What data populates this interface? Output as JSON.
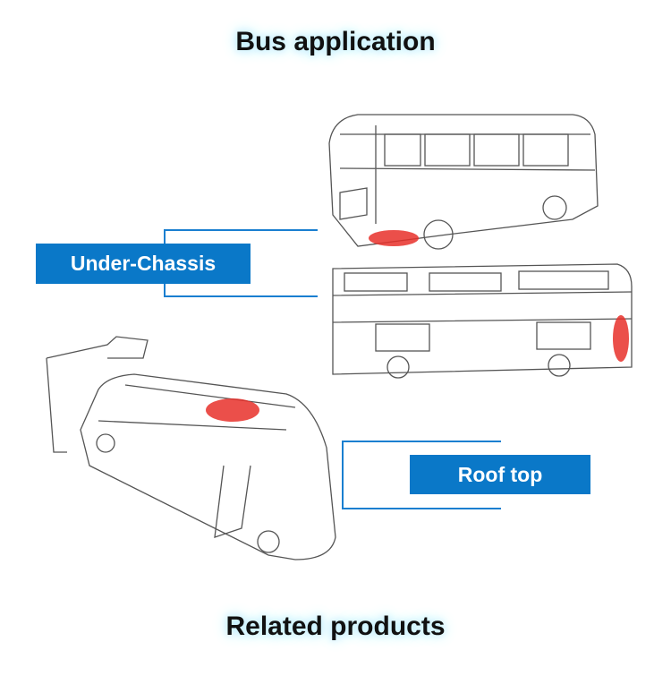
{
  "header": {
    "title": "Bus application"
  },
  "labels": {
    "under_chassis": "Under-Chassis",
    "roof_top": "Roof top"
  },
  "footer": {
    "title": "Related products"
  },
  "colors": {
    "label_bg": "#0a78c8",
    "highlight": "#e8302a"
  }
}
